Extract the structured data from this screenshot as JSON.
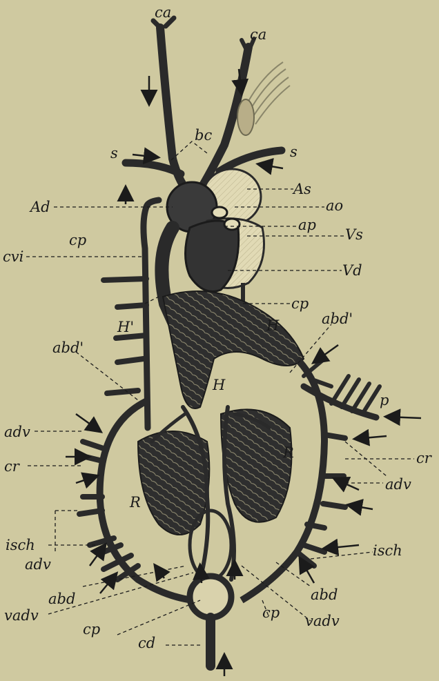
{
  "background": "#cfc9a0",
  "ink": "#1b1b1b",
  "colors": {
    "vessel": "#2a2a2a",
    "organ_dark": "#3a3a3a",
    "atrium_light": "#e3dcb8"
  },
  "labels": {
    "ca_left": "ca",
    "ca_right": "ca",
    "bc": "bc",
    "s_left": "s",
    "s_right": "s",
    "As": "As",
    "Ad": "Ad",
    "ao": "ao",
    "ap": "ap",
    "Vs": "Vs",
    "Vd": "Vd",
    "cp_top": "cp",
    "cvi": "cvi",
    "cp_mid": "cp",
    "H_prime": "H'",
    "H_upper": "H",
    "H_lower": "H",
    "abd_prime_left": "abd'",
    "abd_prime_right": "abd'",
    "p": "p",
    "adv_left_top": "adv",
    "cr_left": "cr",
    "R_left": "R",
    "R_right": "R",
    "cr_right": "cr",
    "adv_right": "adv",
    "isch_left": "isch",
    "adv_left_bottom": "adv",
    "isch_right": "isch",
    "abd_left": "abd",
    "vadv_left": "vadv",
    "cp_bottom_left": "cp",
    "cd": "cd",
    "cp_bottom_right": "cp",
    "abd_right": "abd",
    "vadv_right": "vadv"
  }
}
